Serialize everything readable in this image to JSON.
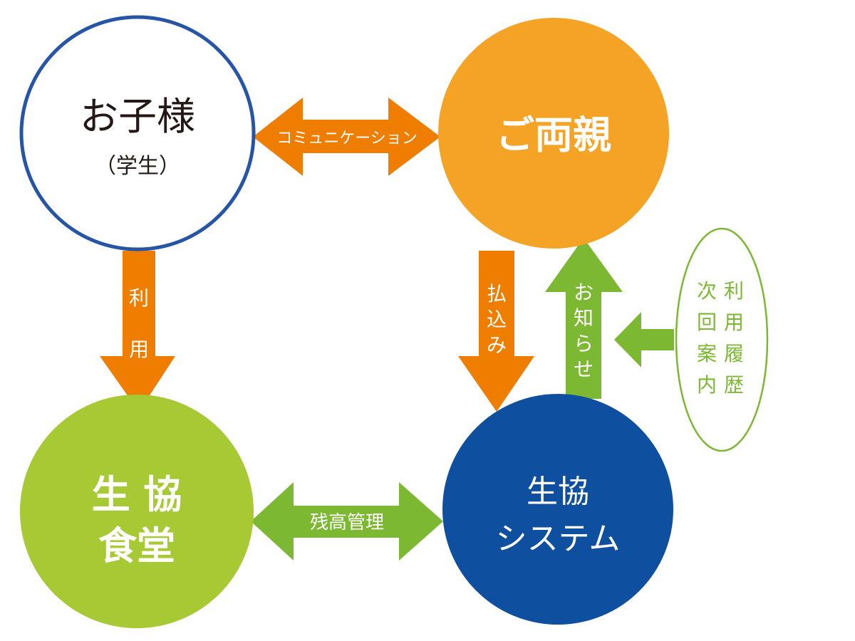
{
  "colors": {
    "child_ring": "#2755a6",
    "orange": "#f4a325",
    "arrow_orange": "#ee7d00",
    "green": "#a6c934",
    "arrow_green": "#7cb832",
    "navy": "#0f4f9f",
    "dark_text": "#231815",
    "white": "#ffffff"
  },
  "nodes": {
    "child": {
      "title": "お子様",
      "subtitle": "（学生）"
    },
    "parents": {
      "title": "ご両親"
    },
    "cafeteria": {
      "line1": "生 協",
      "line2": "食堂"
    },
    "system": {
      "line1": "生協",
      "line2": "システム"
    }
  },
  "arrows": {
    "communication": "コミュニケーション",
    "balance": "残高管理",
    "use": [
      "利",
      "用"
    ],
    "payment": [
      "払",
      "込",
      "み"
    ],
    "notice": [
      "お",
      "知",
      "ら",
      "せ"
    ]
  },
  "info_bubble": {
    "col_right": [
      "利",
      "用",
      "履",
      "歴"
    ],
    "col_left": [
      "次",
      "回",
      "案",
      "内"
    ]
  }
}
